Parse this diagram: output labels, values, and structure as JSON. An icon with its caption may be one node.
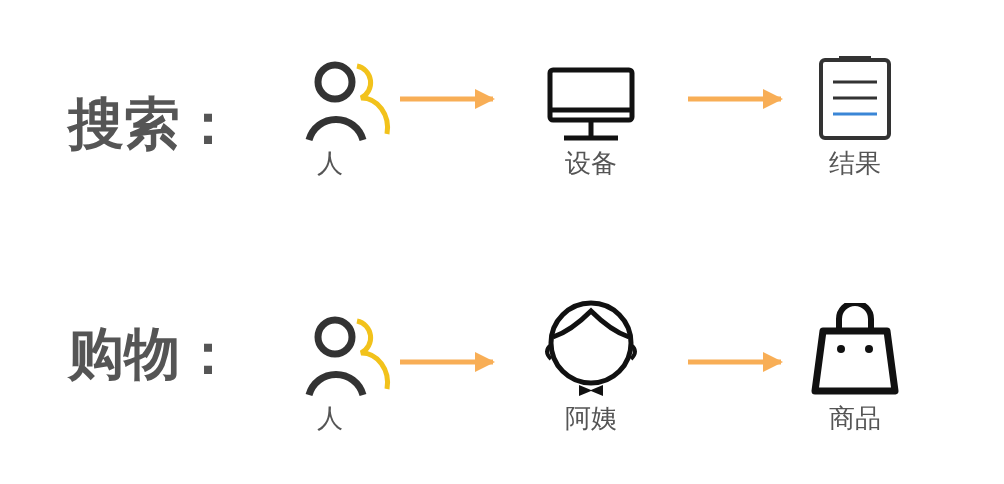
{
  "diagram": {
    "nodes": [
      {
        "text": [
          "人"
        ]
      },
      {
        "text": [
          "设备"
        ]
      },
      {
        "text": [
          "结果"
        ]
      },
      {
        "text": [
          "人"
        ]
      },
      {
        "text": [
          "阿姨"
        ]
      },
      {
        "text": [
          "商品"
        ]
      }
    ],
    "edges": [
      {
        "from": 0,
        "to": 1,
        "arrow": "to"
      },
      {
        "from": 1,
        "to": 2,
        "arrow": "to"
      },
      {
        "from": 3,
        "to": 4,
        "arrow": "to"
      },
      {
        "from": 4,
        "to": 5,
        "arrow": "to"
      }
    ],
    "labels": [
      "搜索：",
      "购物："
    ]
  }
}
